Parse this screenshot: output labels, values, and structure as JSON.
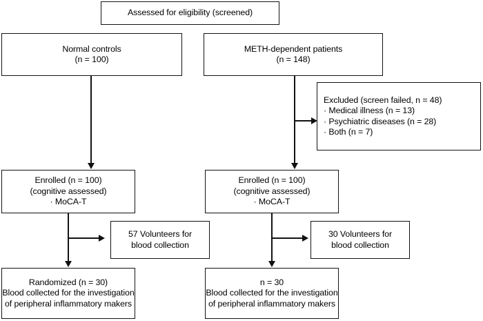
{
  "diagram": {
    "title": "Study enrollment and blood collection flow diagram",
    "colors": {
      "stroke": "#111111",
      "background": "#ffffff",
      "text": "#000000"
    },
    "nodes": {
      "screened": {
        "lines": [
          "Assessed for eligibility (screened)"
        ]
      },
      "normal_controls": {
        "lines": [
          "Normal controls",
          "(n = 100)"
        ]
      },
      "meth_patients": {
        "lines": [
          "METH-dependent patients",
          "(n = 148)"
        ]
      },
      "excluded": {
        "lines": [
          "Excluded (screen failed, n = 48)",
          "· Medical illness (n = 13)",
          "· Psychiatric diseases (n = 28)",
          "· Both (n = 7)"
        ]
      },
      "enrolled_left": {
        "lines": [
          "Enrolled (n = 100)",
          "(cognitive assessed)",
          "· MoCA-T"
        ]
      },
      "enrolled_right": {
        "lines": [
          "Enrolled (n = 100)",
          "(cognitive assessed)",
          "· MoCA-T"
        ]
      },
      "volunteers_left": {
        "lines": [
          "57 Volunteers for",
          "blood collection"
        ]
      },
      "volunteers_right": {
        "lines": [
          "30 Volunteers for",
          "blood collection"
        ]
      },
      "outcome_left": {
        "lines": [
          "Randomized (n = 30)",
          "Blood collected for the investigation",
          "of peripheral inflammatory makers"
        ]
      },
      "outcome_right": {
        "lines": [
          "n = 30",
          "Blood collected for the investigation",
          "of peripheral inflammatory makers"
        ]
      }
    }
  }
}
